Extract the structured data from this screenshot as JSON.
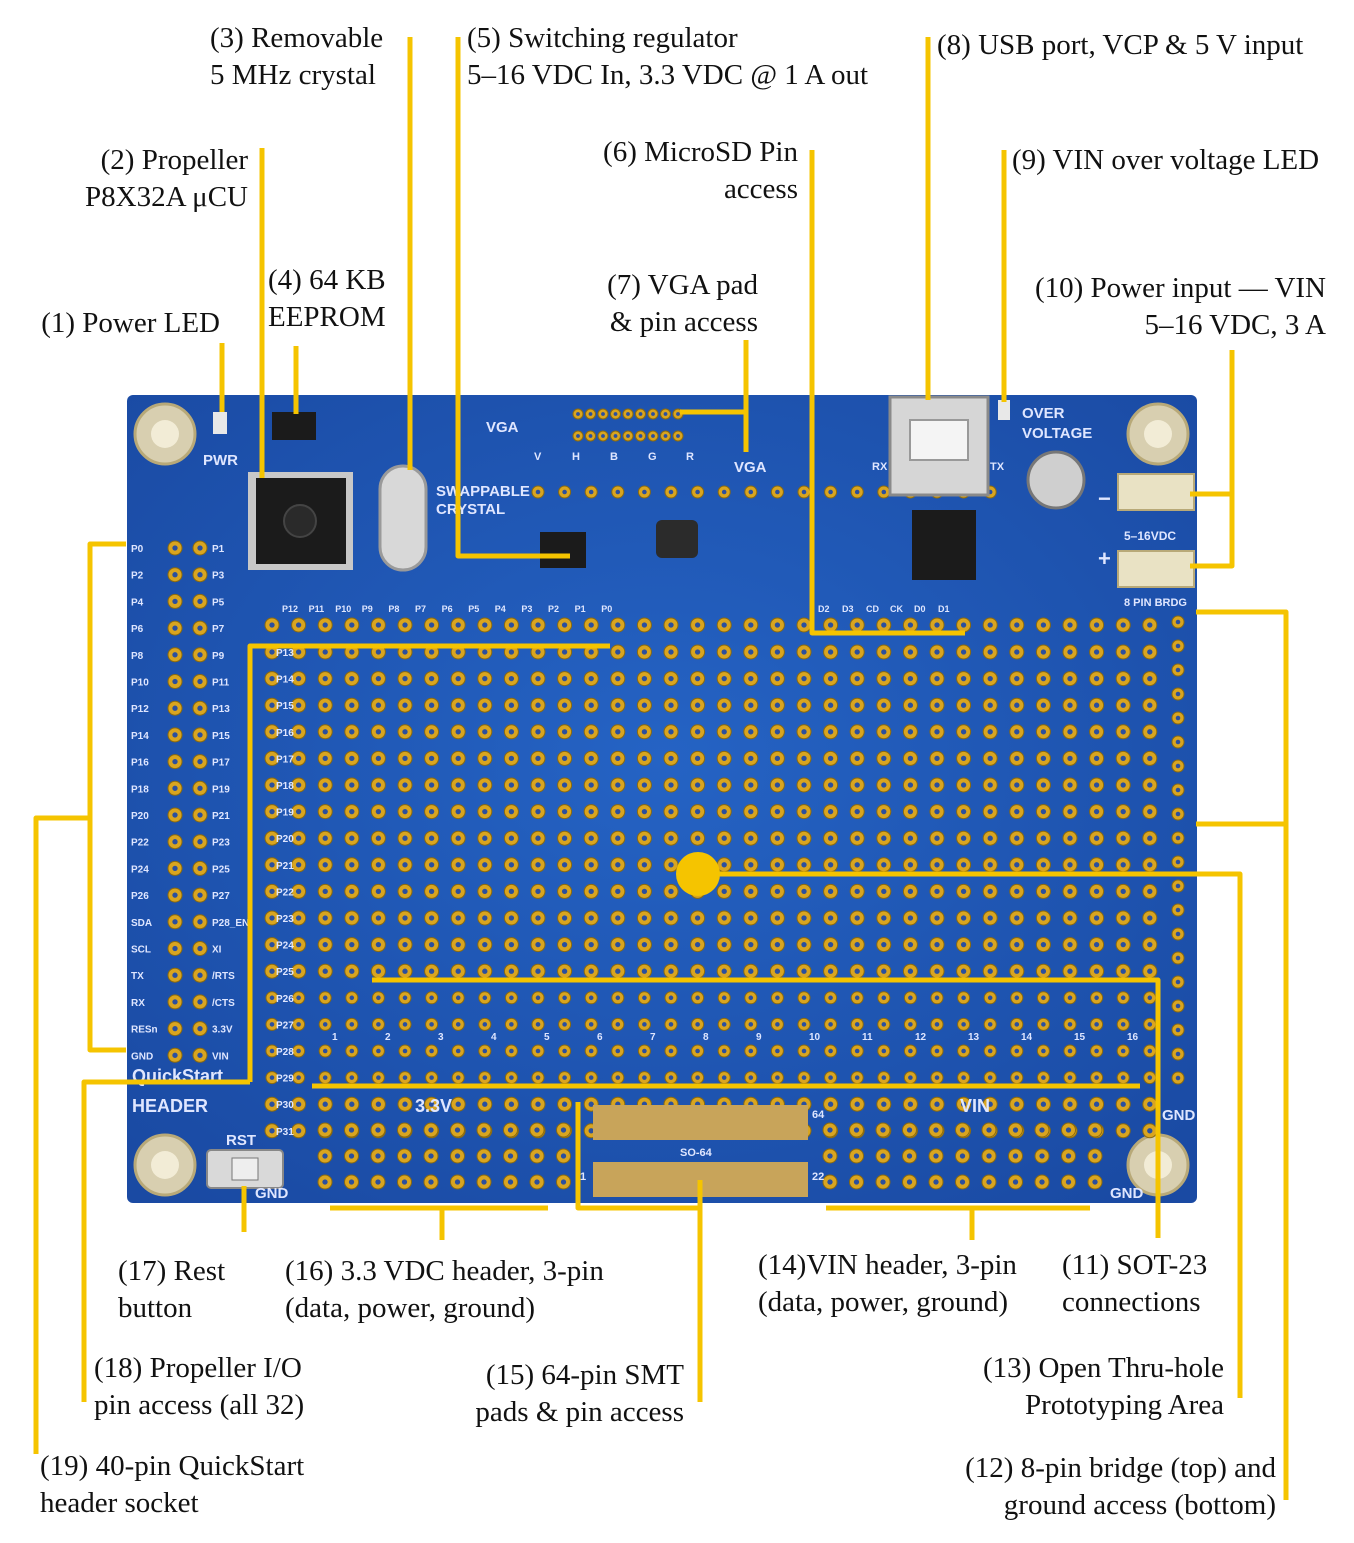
{
  "colors": {
    "board": "#1f55b6",
    "board_dark": "#173f8f",
    "pad": "#d9a520",
    "leader": "#f5c400",
    "chip": "#1b1b1b"
  },
  "callouts": {
    "c1": [
      "(1) Power LED"
    ],
    "c2": [
      "(2) Propeller",
      "P8X32A μCU"
    ],
    "c3": [
      "(3) Removable",
      "5 MHz crystal"
    ],
    "c4": [
      "(4) 64 KB",
      "EEPROM"
    ],
    "c5": [
      "(5) Switching regulator",
      "5–16 VDC In, 3.3 VDC @ 1 A out"
    ],
    "c6": [
      "(6) MicroSD Pin",
      "access"
    ],
    "c7": [
      "(7) VGA pad",
      "& pin access"
    ],
    "c8": [
      "(8) USB port, VCP & 5 V input"
    ],
    "c9": [
      "(9) VIN over voltage LED"
    ],
    "c10": [
      "(10) Power input — VIN",
      "5–16 VDC, 3 A"
    ],
    "c11": [
      "(11) SOT-23",
      "connections"
    ],
    "c12": [
      "(12) 8-pin bridge (top) and",
      "ground access (bottom)"
    ],
    "c13": [
      "(13) Open Thru-hole",
      "Prototyping Area"
    ],
    "c14": [
      "(14)VIN header, 3-pin",
      "(data, power, ground)"
    ],
    "c15": [
      "(15) 64-pin SMT",
      "pads & pin access"
    ],
    "c16": [
      "(16) 3.3 VDC header, 3-pin",
      "(data, power, ground)"
    ],
    "c17": [
      "(17) Rest",
      "button"
    ],
    "c18": [
      "(18) Propeller I/O",
      "pin access (all 32)"
    ],
    "c19": [
      "(19) 40-pin QuickStart",
      "header socket"
    ]
  },
  "board_labels": {
    "pwr": "PWR",
    "vga": "VGA",
    "swap1": "SWAPPABLE",
    "swap2": "CRYSTAL",
    "over1": "OVER",
    "over2": "VOLTAGE",
    "vin_range": "5–16VDC",
    "plus": "+",
    "minus": "−",
    "pin_bridge": "8 PIN BRDG",
    "rst": "RST",
    "gnd": "GND",
    "v33": "3.3V",
    "vin": "VIN",
    "so64": "SO-64",
    "qs1": "QuickStart",
    "qs2": "HEADER",
    "rx": "RX",
    "tx": "TX",
    "n64": "64",
    "n22": "22",
    "n1": "1",
    "sd_pins": [
      "D2",
      "D3",
      "CD",
      "CK",
      "D0",
      "D1"
    ],
    "vga_pins": [
      "V",
      "H",
      "B",
      "G",
      "R"
    ],
    "top_pins": [
      "P12",
      "P11",
      "P10",
      "P9",
      "P8",
      "P7",
      "P6",
      "P5",
      "P4",
      "P3",
      "P2",
      "P1",
      "P0"
    ],
    "left_header_a": [
      "P0",
      "P2",
      "P4",
      "P6",
      "P8",
      "P10",
      "P12",
      "P14",
      "P16",
      "P18",
      "P20",
      "P22",
      "P24",
      "P26",
      "SDA",
      "SCL",
      "TX",
      "RX",
      "RESn",
      "GND"
    ],
    "left_header_b": [
      "P1",
      "P3",
      "P5",
      "P7",
      "P9",
      "P11",
      "P13",
      "P15",
      "P17",
      "P19",
      "P21",
      "P23",
      "P25",
      "P27",
      "P28_EN",
      "XI",
      "/RTS",
      "/CTS",
      "3.3V",
      "VIN"
    ],
    "proto_pins": [
      "P13",
      "P14",
      "P15",
      "P16",
      "P17",
      "P18",
      "P19",
      "P20",
      "P21",
      "P22",
      "P23",
      "P24",
      "P25",
      "P26",
      "P27",
      "P28",
      "P29",
      "P30",
      "P31"
    ],
    "sot_numbers": [
      "1",
      "2",
      "3",
      "4",
      "5",
      "6",
      "7",
      "8",
      "9",
      "10",
      "11",
      "12",
      "13",
      "14",
      "15",
      "16"
    ]
  }
}
